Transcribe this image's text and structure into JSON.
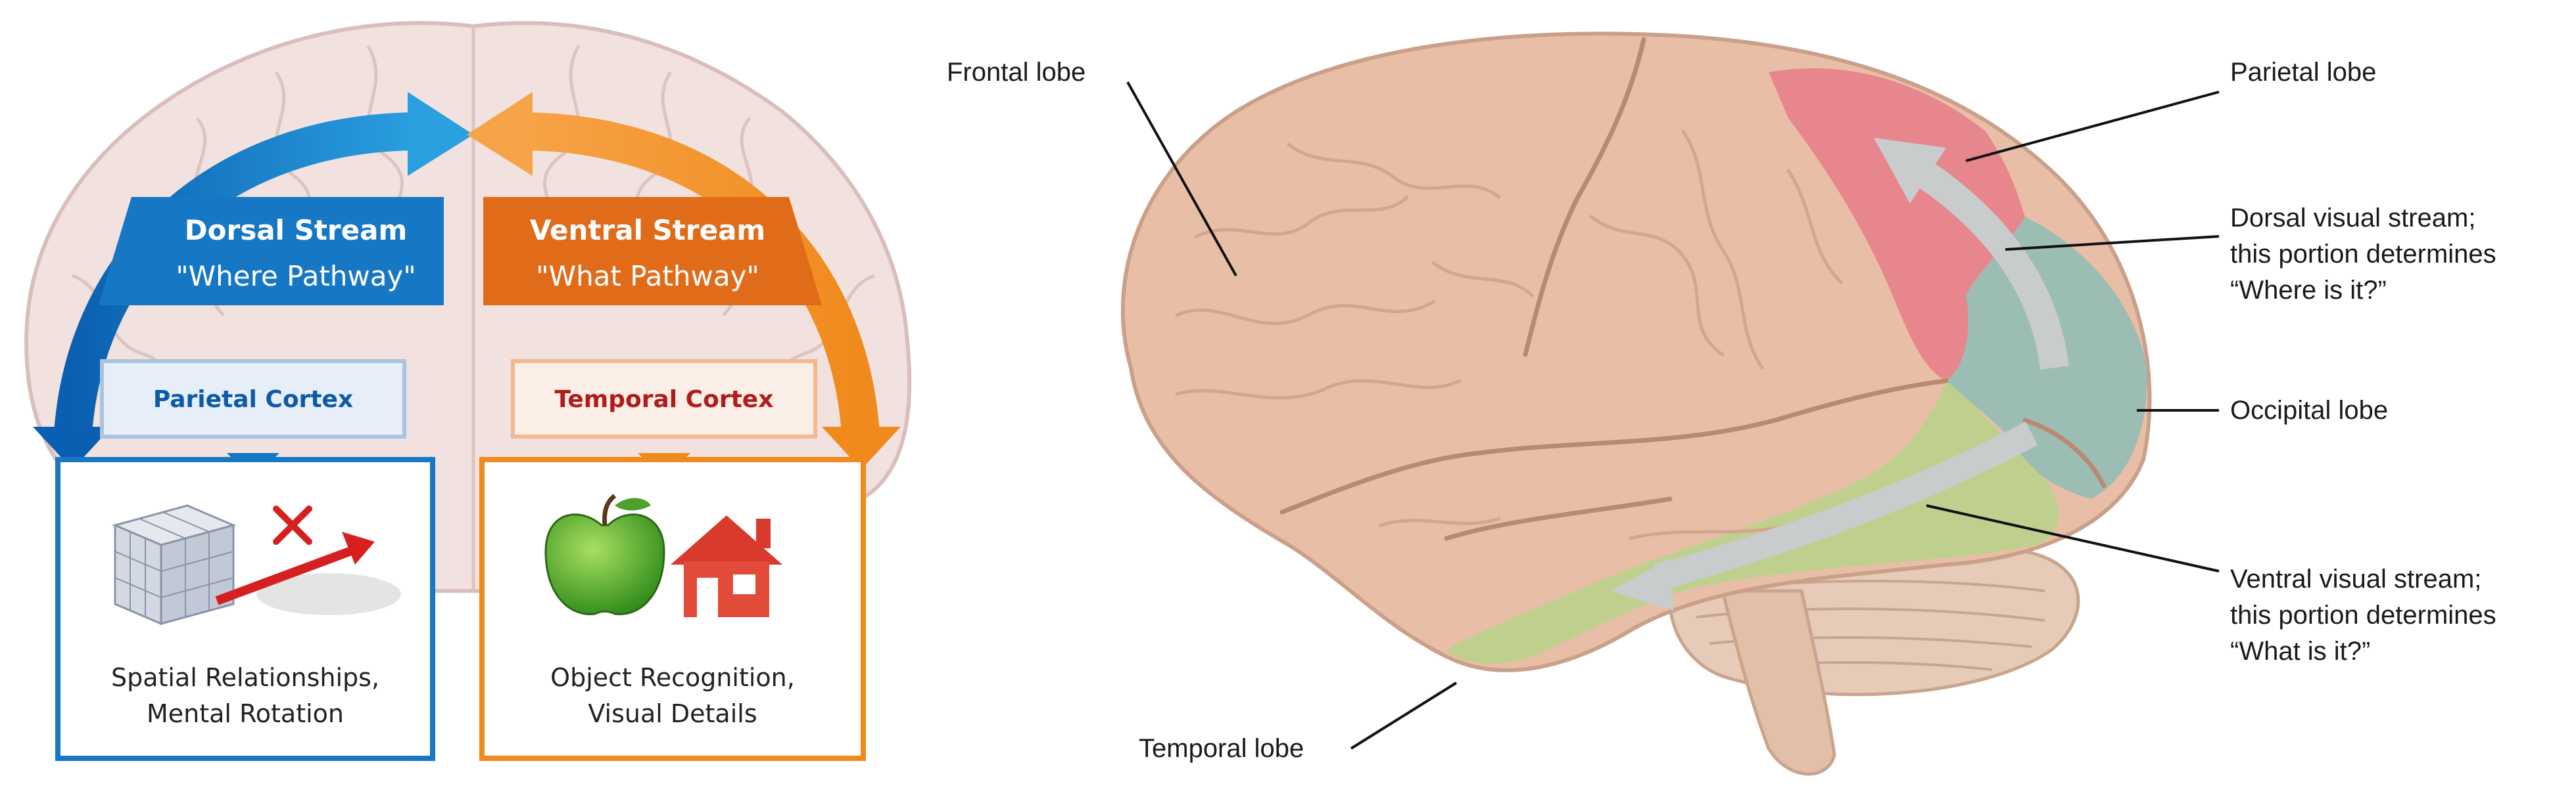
{
  "left_panel": {
    "dorsal": {
      "title": "Dorsal Stream",
      "subtitle": "\"Where Pathway\"",
      "cortex": "Parietal Cortex",
      "caption_line1": "Spatial Relationships,",
      "caption_line2": "Mental Rotation",
      "color": "#1677c4"
    },
    "ventral": {
      "title": "Ventral Stream",
      "subtitle": "\"What Pathway\"",
      "cortex": "Temporal Cortex",
      "caption_line1": "Object Recognition,",
      "caption_line2": "Visual Details",
      "color": "#ee7a1e"
    }
  },
  "right_panel": {
    "labels": {
      "frontal": "Frontal lobe",
      "parietal": "Parietal lobe",
      "dorsal_1": "Dorsal visual stream;",
      "dorsal_2": "this portion determines",
      "dorsal_3": "“Where is it?”",
      "occipital": "Occipital lobe",
      "ventral_1": "Ventral visual stream;",
      "ventral_2": "this portion determines",
      "ventral_3": "“What is it?”",
      "temporal": "Temporal lobe"
    },
    "colors": {
      "brain": "#e8bfa6",
      "parietal": "#e8868e",
      "occipital": "#9cbdb4",
      "temporal": "#bfd08e"
    }
  }
}
